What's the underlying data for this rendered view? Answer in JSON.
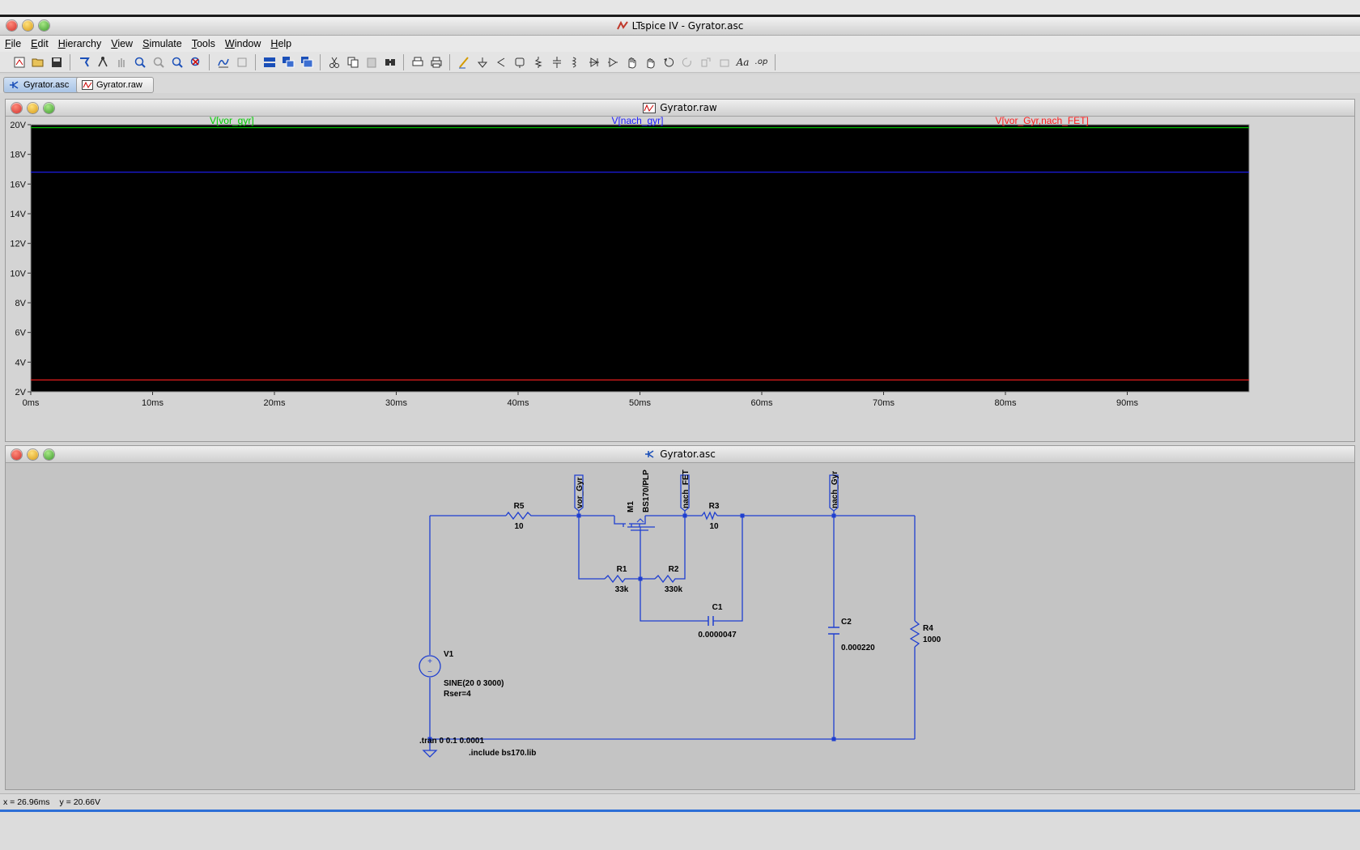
{
  "app": {
    "title": "LTspice IV - Gyrator.asc"
  },
  "menu": {
    "items": [
      {
        "label": "File",
        "key": "F",
        "rest": "ile"
      },
      {
        "label": "Edit",
        "key": "E",
        "rest": "dit"
      },
      {
        "label": "Hierarchy",
        "key": "H",
        "rest": "ierarchy"
      },
      {
        "label": "View",
        "key": "V",
        "rest": "iew"
      },
      {
        "label": "Simulate",
        "key": "S",
        "rest": "imulate"
      },
      {
        "label": "Tools",
        "key": "T",
        "rest": "ools"
      },
      {
        "label": "Window",
        "key": "W",
        "rest": "indow"
      },
      {
        "label": "Help",
        "key": "H",
        "rest": "elp"
      }
    ]
  },
  "toolbar": {
    "icons": [
      "new-schematic-icon",
      "open-icon",
      "save-icon",
      "control-panel-icon",
      "run-icon",
      "halt-icon",
      "zoom-in-icon",
      "zoom-full-icon",
      "zoom-out-icon",
      "zoom-cancel-icon",
      "autorange-icon",
      "fit-icon",
      "tile-horizontal-icon",
      "cascade-icon",
      "tile-vertical-icon",
      "cut-icon",
      "copy-icon",
      "paste-icon",
      "find-icon",
      "print-setup-icon",
      "print-icon",
      "wire-icon",
      "ground-icon",
      "label-net-icon",
      "component-icon",
      "resistor-icon",
      "capacitor-icon",
      "inductor-icon",
      "diode-icon",
      "component-place-icon",
      "move-icon",
      "drag-icon",
      "undo-icon",
      "redo-icon",
      "rotate-icon",
      "mirror-icon",
      "text-icon",
      "spice-directive-icon"
    ]
  },
  "tabs": [
    {
      "label": "Gyrator.asc",
      "active": true
    },
    {
      "label": "Gyrator.raw",
      "active": false
    }
  ],
  "plot": {
    "title": "Gyrator.raw"
  },
  "chart_data": {
    "type": "line",
    "xlim": [
      0,
      0.1
    ],
    "ylim": [
      2,
      20
    ],
    "x_ticks": [
      "0ms",
      "10ms",
      "20ms",
      "30ms",
      "40ms",
      "50ms",
      "60ms",
      "70ms",
      "80ms",
      "90ms"
    ],
    "x_tick_values": [
      0,
      10,
      20,
      30,
      40,
      50,
      60,
      70,
      80,
      90
    ],
    "y_ticks": [
      "20V",
      "18V",
      "16V",
      "14V",
      "12V",
      "10V",
      "8V",
      "6V",
      "4V",
      "2V"
    ],
    "y_tick_values": [
      20,
      18,
      16,
      14,
      12,
      10,
      8,
      6,
      4,
      2
    ],
    "grid": false,
    "background": "#000000",
    "series": [
      {
        "name": "V[vor_gyr]",
        "color": "#00d000",
        "x": [
          0,
          100
        ],
        "values": [
          19.8,
          19.8
        ]
      },
      {
        "name": "V[nach_gyr]",
        "color": "#2020ff",
        "x": [
          0,
          100
        ],
        "values": [
          16.8,
          16.8
        ]
      },
      {
        "name": "V[vor_Gyr,nach_FET]",
        "color": "#ff2020",
        "x": [
          0,
          100
        ],
        "values": [
          2.8,
          2.8
        ]
      }
    ]
  },
  "schematic": {
    "title": "Gyrator.asc",
    "components": {
      "r5": {
        "ref": "R5",
        "value": "10"
      },
      "r3": {
        "ref": "R3",
        "value": "10"
      },
      "r1": {
        "ref": "R1",
        "value": "33k"
      },
      "r2": {
        "ref": "R2",
        "value": "330k"
      },
      "r4": {
        "ref": "R4",
        "value": "1000"
      },
      "c1": {
        "ref": "C1",
        "value": "0.0000047"
      },
      "c2": {
        "ref": "C2",
        "value": "0.000220"
      },
      "m1": {
        "ref": "M1",
        "value": "BS170/PLP"
      },
      "v1": {
        "ref": "V1",
        "value": "SINE(20 0 3000)",
        "value2": "Rser=4"
      }
    },
    "net_labels": [
      "vor_Gyr",
      "nach_FET",
      "nach_Gyr"
    ],
    "directives": {
      "tran": ".tran 0 0.1 0.0001",
      "include": ".include bs170.lib"
    }
  },
  "status": {
    "x": "x = 26.96ms",
    "y": "y = 20.66V"
  }
}
